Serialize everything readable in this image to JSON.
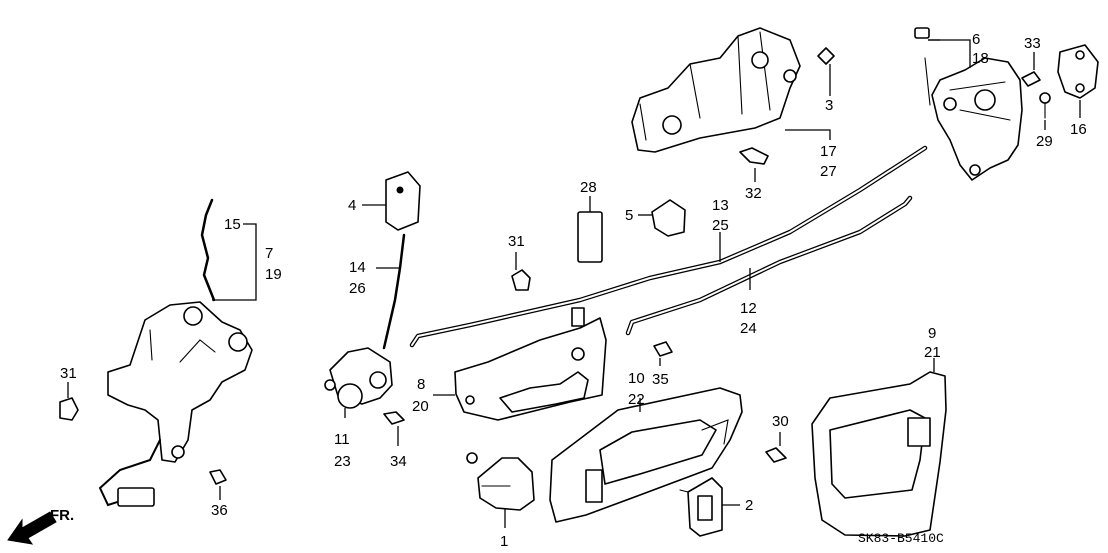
{
  "diagram_code": "SK83-B5410C",
  "front_arrow_label": "FR.",
  "callouts": {
    "c1": "1",
    "c2": "2",
    "c3": "3",
    "c4": "4",
    "c5": "5",
    "c6": "6",
    "c7": "7",
    "c8": "8",
    "c9": "9",
    "c10": "10",
    "c11": "11",
    "c12": "12",
    "c13": "13",
    "c14": "14",
    "c15": "15",
    "c16": "16",
    "c17": "17",
    "c18": "18",
    "c19": "19",
    "c20": "20",
    "c21": "21",
    "c22": "22",
    "c23": "23",
    "c24": "24",
    "c25": "25",
    "c26": "26",
    "c27": "27",
    "c28": "28",
    "c29": "29",
    "c30": "30",
    "c31a": "31",
    "c31b": "31",
    "c32": "32",
    "c33": "33",
    "c34": "34",
    "c35": "35",
    "c36": "36"
  }
}
